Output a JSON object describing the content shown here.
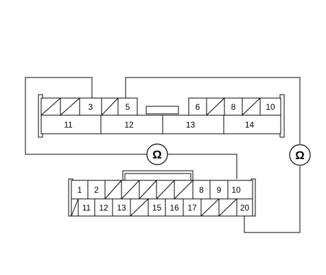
{
  "upper_connector": {
    "top_row": [
      "",
      "",
      "3",
      "",
      "5",
      "6",
      "",
      "8",
      "",
      "10"
    ],
    "bottom_row": [
      "11",
      "12",
      "13",
      "14"
    ]
  },
  "lower_connector": {
    "top_row": [
      "1",
      "2",
      "",
      "",
      "",
      "",
      "",
      "8",
      "9",
      "10"
    ],
    "bottom_row": [
      "",
      "11",
      "12",
      "13",
      "",
      "15",
      "16",
      "17",
      "",
      "",
      "20"
    ]
  },
  "meters": {
    "left_symbol": "Ω",
    "right_symbol": "Ω"
  }
}
